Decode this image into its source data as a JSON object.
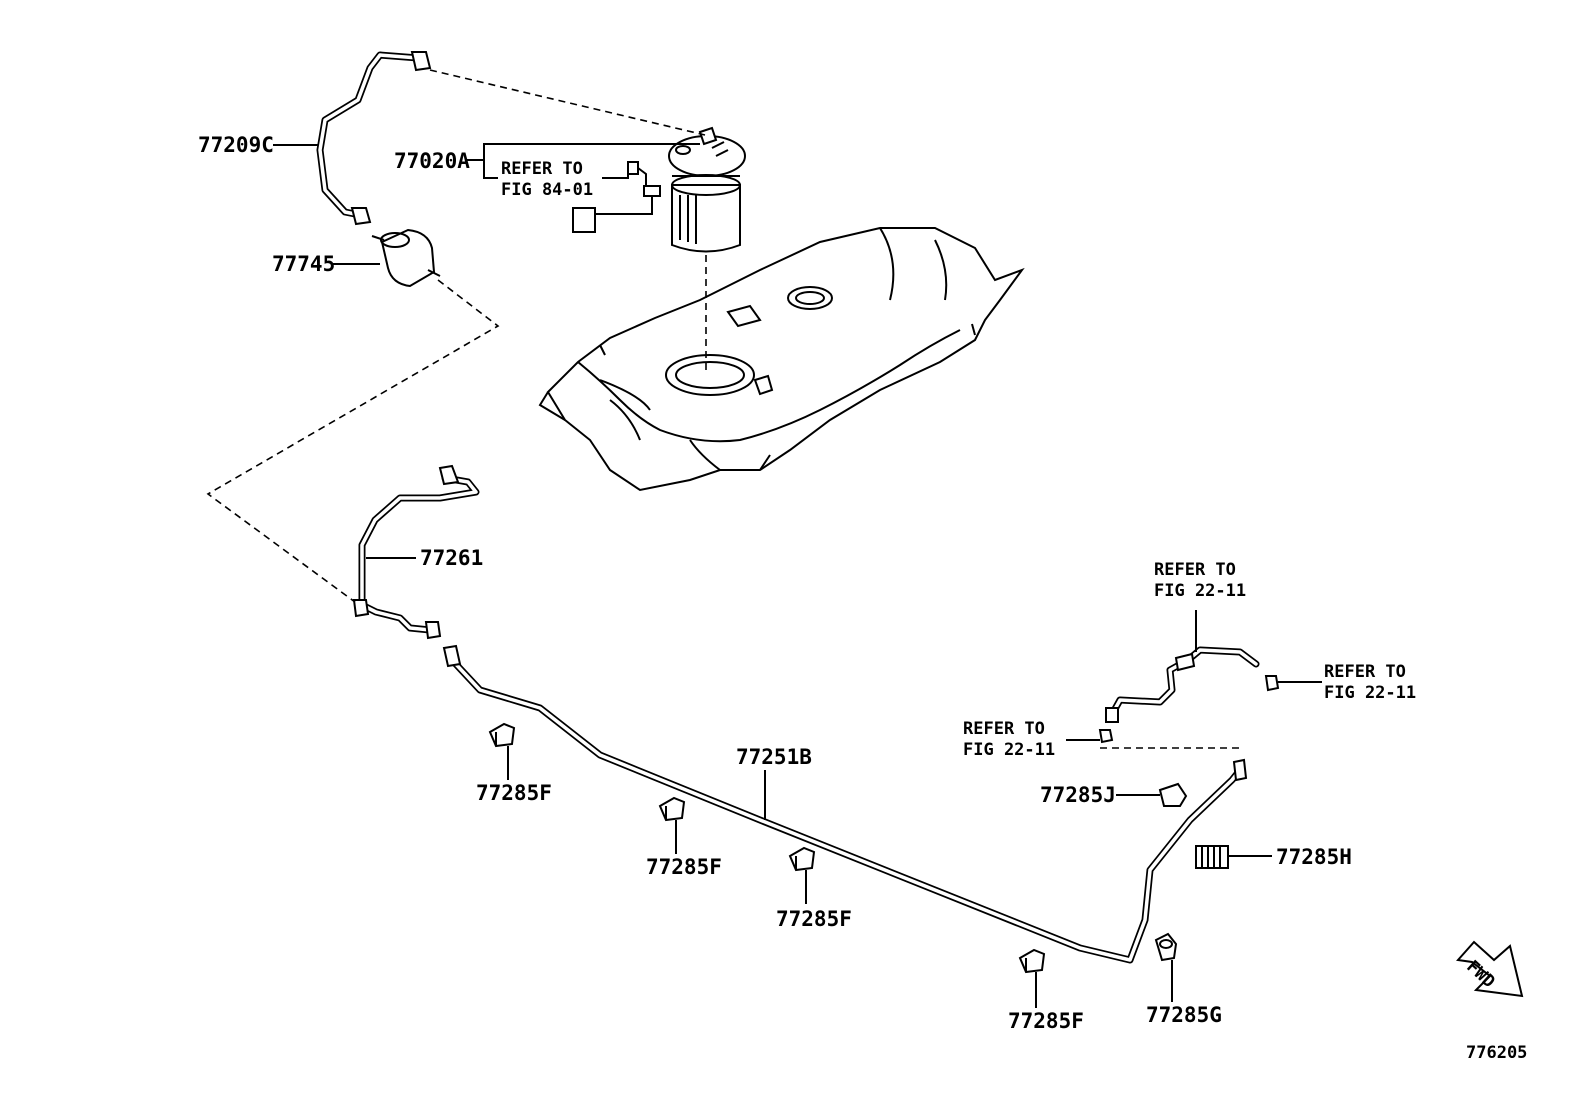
{
  "diagram_id": "776205",
  "parts": {
    "p77209C": "77209C",
    "p77020A": "77020A",
    "p77745": "77745",
    "p77261": "77261",
    "p77251B": "77251B",
    "p77285F": "77285F",
    "p77285J": "77285J",
    "p77285H": "77285H",
    "p77285G": "77285G"
  },
  "refs": {
    "refer_to": "REFER TO",
    "fig_84_01": "FIG 84-01",
    "fig_22_11": "FIG 22-11"
  },
  "fwd_label": "FWD"
}
